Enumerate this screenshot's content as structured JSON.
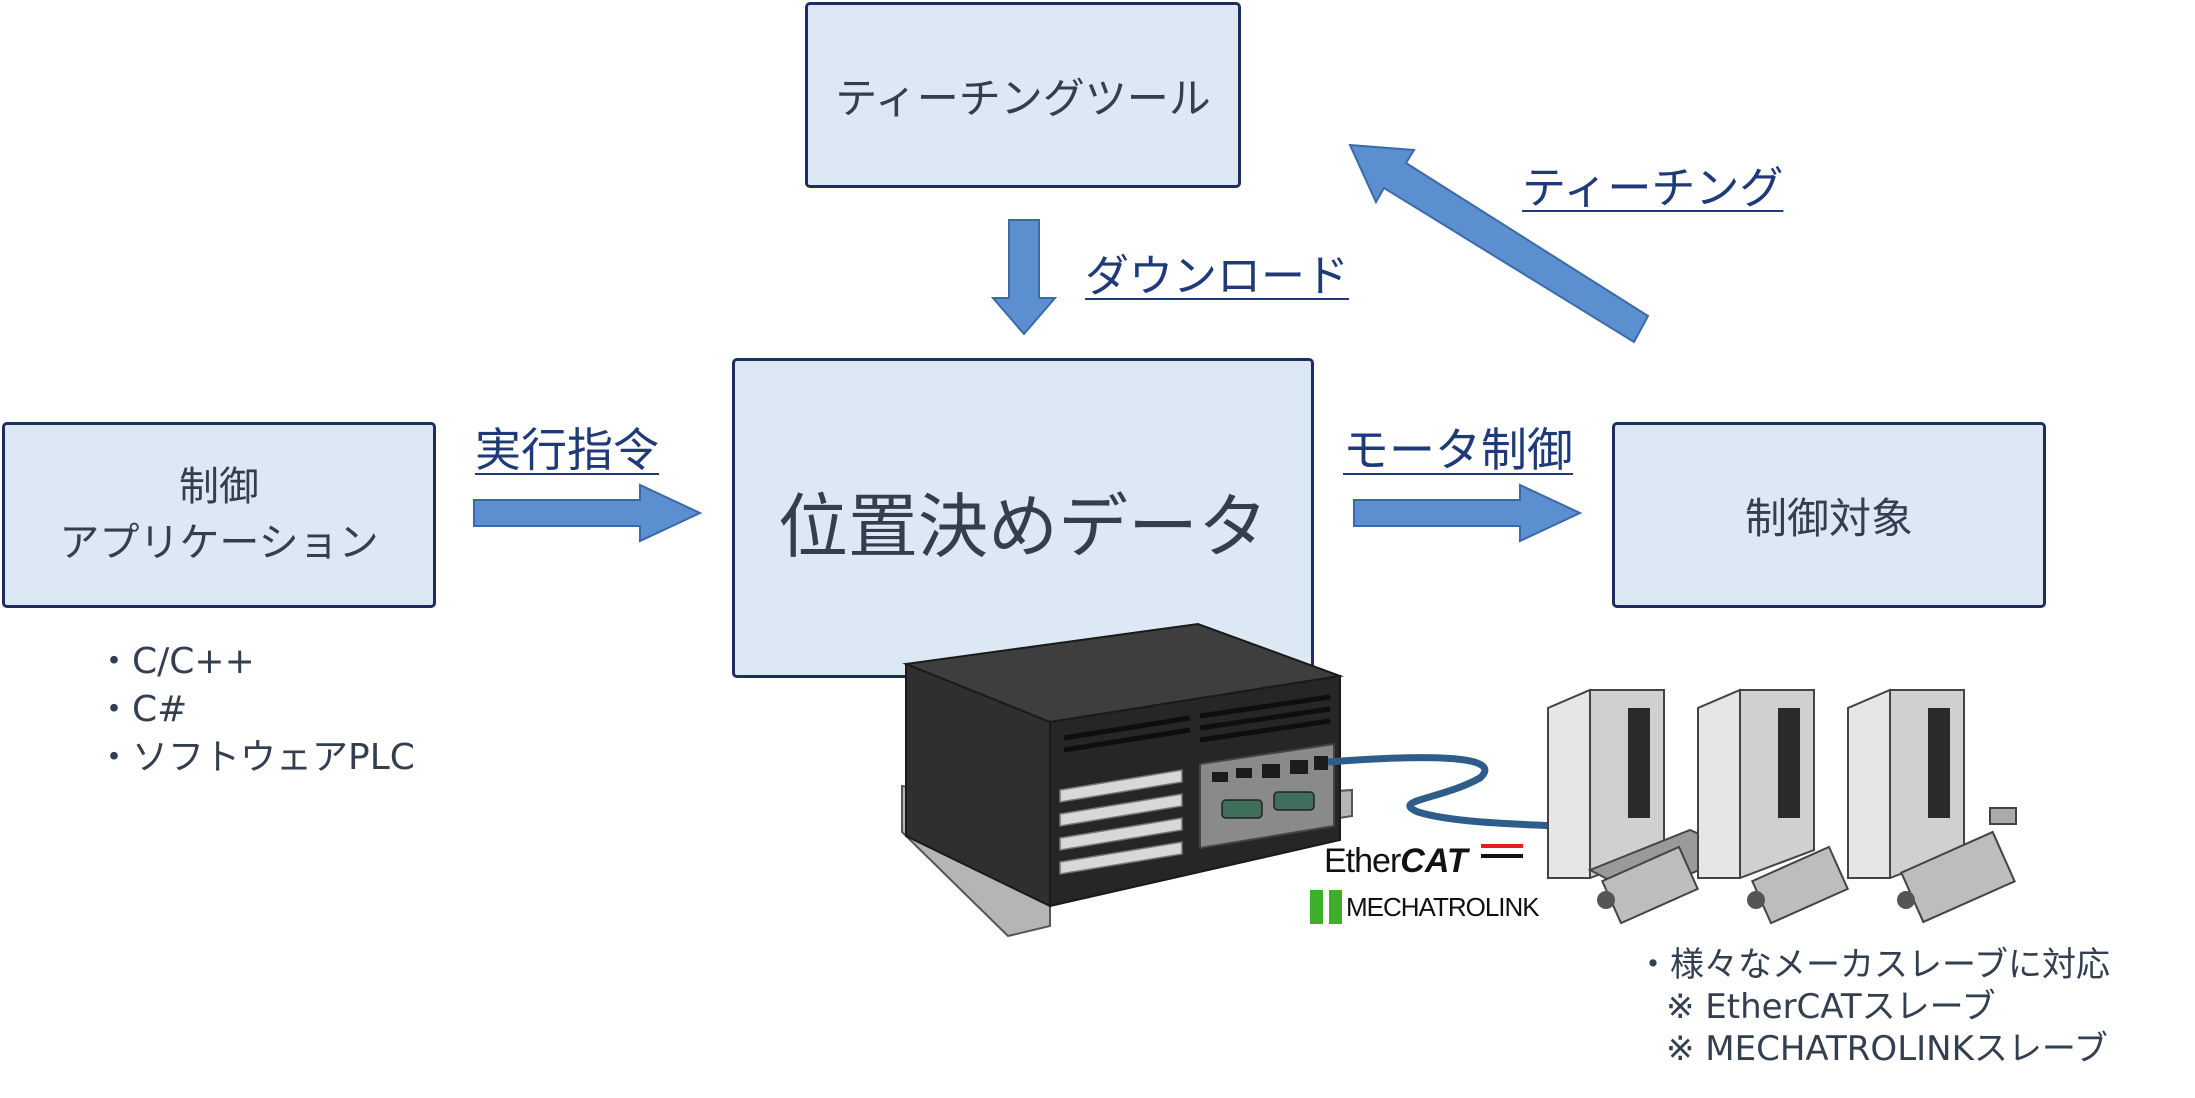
{
  "boxes": {
    "teaching_tool": "ティーチングツール",
    "control_app_line1": "制御",
    "control_app_line2": "アプリケーション",
    "positioning_data": "位置決めデータ",
    "control_target": "制御対象"
  },
  "arrow_labels": {
    "download": "ダウンロード",
    "teaching": "ティーチング",
    "execute_command": "実行指令",
    "motor_control": "モータ制御"
  },
  "app_languages": [
    "・C/C++",
    "・C#",
    "・ソフトウェアPLC"
  ],
  "slave_notes": [
    "・様々なメーカスレーブに対応",
    "※ EtherCATスレーブ",
    "※ MECHATROLINKスレーブ"
  ],
  "logos": {
    "ethercat_ether": "Ether",
    "ethercat_cat": "CAT",
    "mechatrolink": "MECHATROLINK"
  },
  "colors": {
    "arrow": "#5b8fcf",
    "box_fill": "#dde8f5",
    "box_border": "#1f2e5e",
    "label": "#1f3a78"
  }
}
